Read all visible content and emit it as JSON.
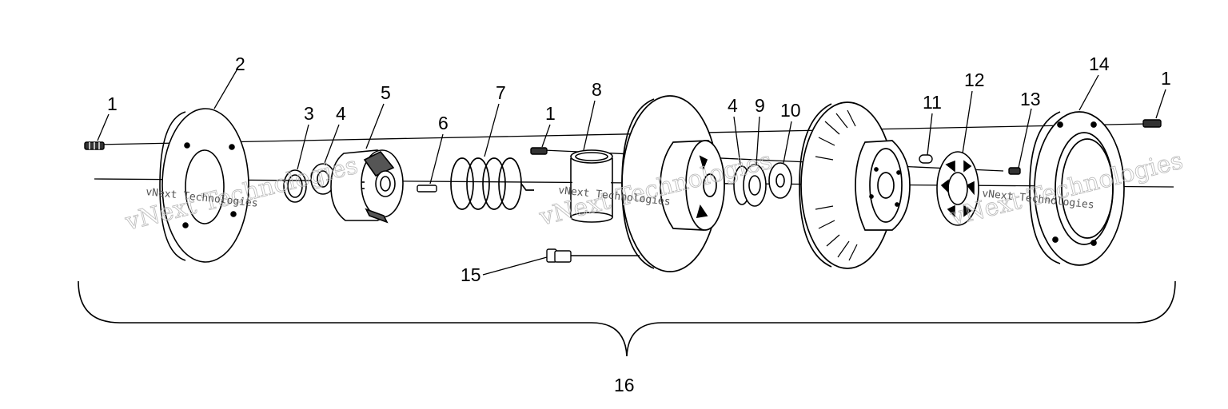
{
  "callouts": {
    "c1a": "1",
    "c2": "2",
    "c3": "3",
    "c4a": "4",
    "c5": "5",
    "c6": "6",
    "c7": "7",
    "c1b": "1",
    "c8": "8",
    "c4b": "4",
    "c9": "9",
    "c10": "10",
    "c11": "11",
    "c12": "12",
    "c13": "13",
    "c14": "14",
    "c1c": "1",
    "c15": "15",
    "c16": "16"
  },
  "watermarks": {
    "big": "vNext Technologies",
    "small": "vNext Technologies"
  }
}
